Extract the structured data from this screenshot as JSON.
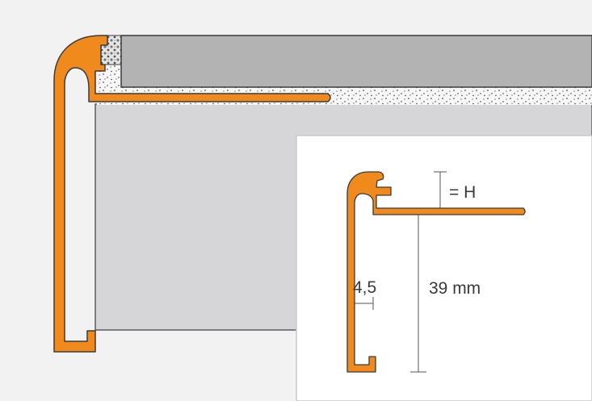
{
  "dimensions": {
    "height_label": "= H",
    "total_height_label": "39 mm",
    "wall_thickness_label": "4,5"
  },
  "colors": {
    "background": "#f2f2f3",
    "profile_fill": "#f08a1c",
    "profile_outline": "#3b3b3b",
    "tile": "#b3b3b4",
    "substrate": "#d6d6d8",
    "inset_panel": "#ffffff",
    "dimension_line": "#555555"
  }
}
